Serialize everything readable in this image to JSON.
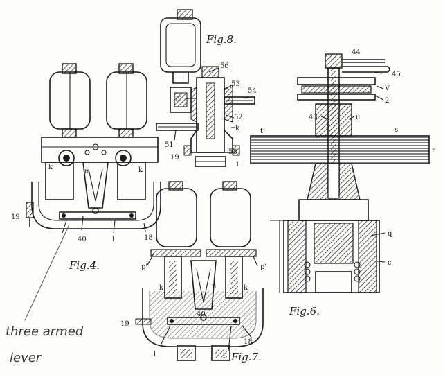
{
  "figures": {
    "fig4": {
      "title": "Fig.4.",
      "labels": {
        "k_left": "k",
        "n": "n",
        "k_right": "k",
        "r19": "19",
        "l_left": "l",
        "r40": "40",
        "l_right": "l",
        "r18": "18"
      }
    },
    "fig8": {
      "title": "Fig.8.",
      "labels": {
        "r56": "56",
        "r53": "53",
        "r54": "54",
        "r55": "55",
        "r52": "52",
        "k": "k",
        "r51": "51",
        "r19": "19",
        "r58": "58",
        "r1": "1"
      }
    },
    "fig6": {
      "title": "Fig.6.",
      "labels": {
        "r44": "44",
        "r45": "45",
        "V": "V",
        "r2": "2",
        "r43": "43",
        "u": "u",
        "t": "t",
        "s": "s",
        "r": "r",
        "q": "q",
        "c": "c"
      }
    },
    "fig7": {
      "title": "Fig.7.",
      "labels": {
        "p_left": "p'",
        "p_right": "p'",
        "k_left": "k",
        "n": "n",
        "k_right": "k",
        "r40": "40",
        "r19": "19",
        "r18": "18",
        "l_left": "l",
        "l_right": "l"
      }
    }
  },
  "annotation": {
    "line1": "three armed",
    "line2": "lever"
  }
}
